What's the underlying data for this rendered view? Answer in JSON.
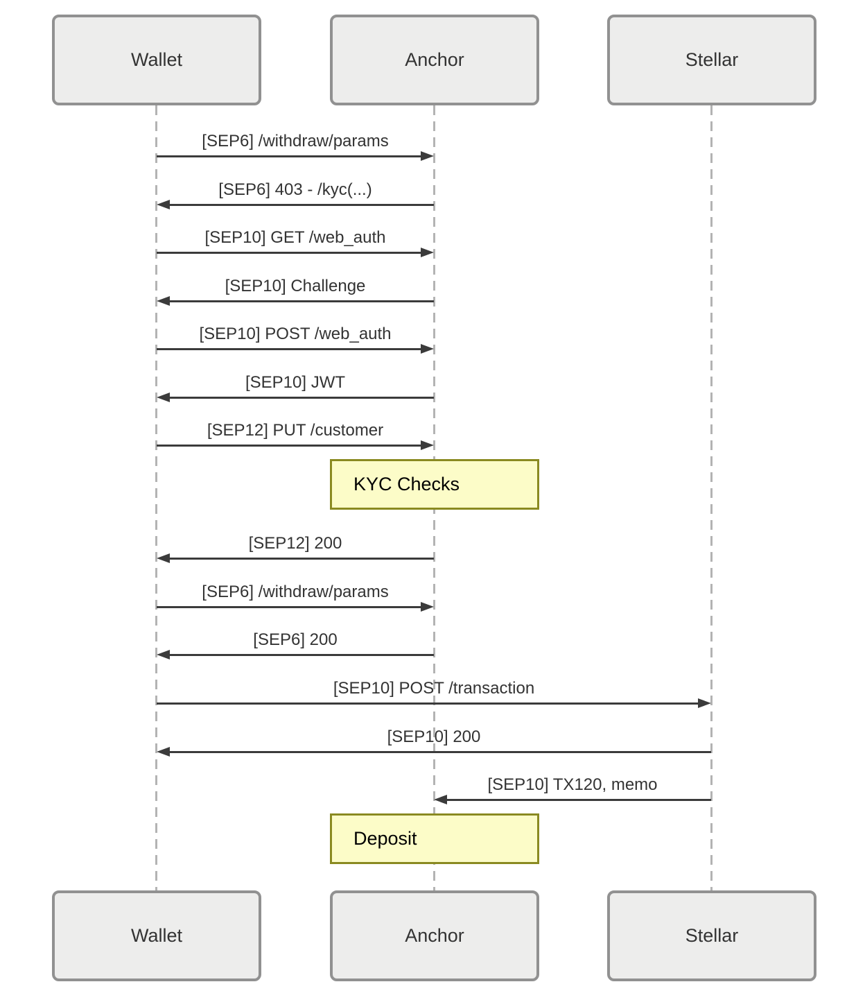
{
  "diagram": {
    "type": "sequence",
    "actors": [
      {
        "name": "Wallet"
      },
      {
        "name": "Anchor"
      },
      {
        "name": "Stellar"
      }
    ],
    "messages": [
      {
        "from": "Wallet",
        "to": "Anchor",
        "label": "[SEP6] /withdraw/params"
      },
      {
        "from": "Anchor",
        "to": "Wallet",
        "label": "[SEP6] 403 - /kyc(...)"
      },
      {
        "from": "Wallet",
        "to": "Anchor",
        "label": "[SEP10] GET /web_auth"
      },
      {
        "from": "Anchor",
        "to": "Wallet",
        "label": "[SEP10] Challenge"
      },
      {
        "from": "Wallet",
        "to": "Anchor",
        "label": "[SEP10] POST /web_auth"
      },
      {
        "from": "Anchor",
        "to": "Wallet",
        "label": "[SEP10] JWT"
      },
      {
        "from": "Wallet",
        "to": "Anchor",
        "label": "[SEP12] PUT /customer"
      },
      {
        "from": "Anchor",
        "to": "Wallet",
        "label": "[SEP12] 200"
      },
      {
        "from": "Wallet",
        "to": "Anchor",
        "label": "[SEP6] /withdraw/params"
      },
      {
        "from": "Anchor",
        "to": "Wallet",
        "label": "[SEP6] 200"
      },
      {
        "from": "Wallet",
        "to": "Stellar",
        "label": "[SEP10] POST /transaction"
      },
      {
        "from": "Stellar",
        "to": "Wallet",
        "label": "[SEP10] 200"
      },
      {
        "from": "Stellar",
        "to": "Anchor",
        "label": "[SEP10] TX120, memo"
      }
    ],
    "notes": [
      {
        "over": "Anchor",
        "label": "KYC Checks"
      },
      {
        "over": "Anchor",
        "label": "Deposit"
      }
    ],
    "colors": {
      "arrow_line": "#3b3b3b",
      "message_text": "#333333",
      "lifeline": "#b3b3b3",
      "actor_fill": "#ededec",
      "actor_border": "#919191",
      "note_fill": "#fcfcc8",
      "note_border": "#8a8a21"
    }
  }
}
